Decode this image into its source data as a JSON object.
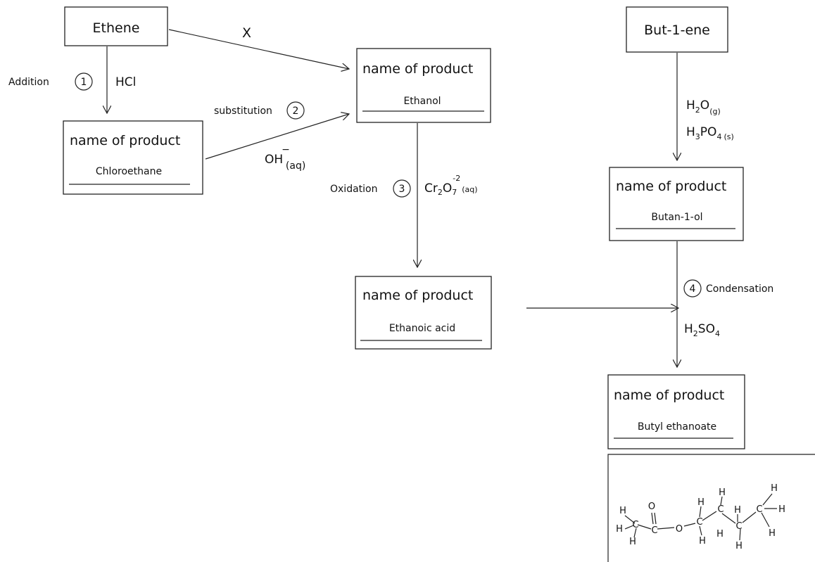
{
  "reactants": {
    "ethene": "Ethene",
    "butene": "But-1-ene"
  },
  "product_boxes": {
    "heading": "name of product",
    "chloroethane": "Chloroethane",
    "ethanol": "Ethanol",
    "ethanoic_acid": "Ethanoic acid",
    "butanol": "Butan-1-ol",
    "butyl_ethanoate": "Butyl ethanoate"
  },
  "reactions": {
    "x_label": "X",
    "step1": {
      "number": "1",
      "type": "Addition",
      "reagent": "HCl"
    },
    "step2": {
      "number": "2",
      "type": "substitution",
      "reagent": "OH",
      "reagent_charge": "−",
      "reagent_state": "(aq)"
    },
    "step3": {
      "number": "3",
      "type": "Oxidation",
      "reagent_a": "Cr",
      "reagent_a_sub": "2",
      "reagent_b": "O",
      "reagent_b_sub": "7",
      "reagent_charge": "-2",
      "reagent_state": "(aq)"
    },
    "step4": {
      "number": "4",
      "type": "Condensation",
      "reagent": "H",
      "reagent_sub1": "2",
      "reagent_mid": "SO",
      "reagent_sub2": "4"
    },
    "hydration": {
      "water": "H",
      "water_sub": "2",
      "water_o": "O",
      "water_state": "(g)",
      "acid": "H",
      "acid_sub1": "3",
      "acid_mid": "PO",
      "acid_sub2": "4",
      "acid_state": "(s)"
    }
  },
  "structure": {
    "atoms": {
      "H": "H",
      "C": "C",
      "O": "O"
    }
  }
}
